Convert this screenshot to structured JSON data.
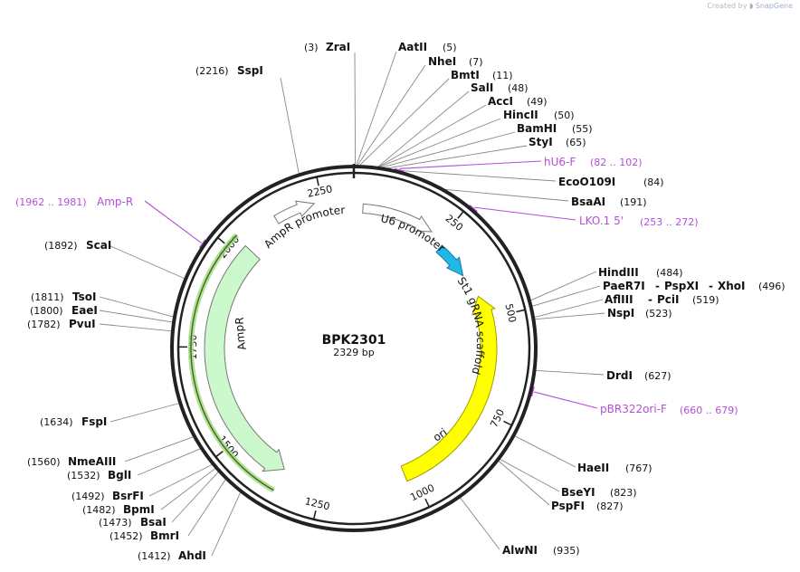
{
  "credit": {
    "created_by": "Created by",
    "brand": "SnapGene"
  },
  "plasmid": {
    "name": "BPK2301",
    "size_label": "2329 bp",
    "length": 2329
  },
  "ticks": [
    "250",
    "500",
    "750",
    "1000",
    "1250",
    "1500",
    "1750",
    "2000",
    "2250"
  ],
  "features": [
    {
      "name": "AmpR promoter",
      "start": 2128,
      "end": 2230,
      "direction": "cw",
      "color": "#ffffff",
      "stroke": "#777777",
      "label_start": 2138,
      "label_end": 2226
    },
    {
      "name": "U6 promoter",
      "start": 24,
      "end": 218,
      "direction": "cw",
      "color": "#ffffff",
      "stroke": "#777777",
      "label_start": 60,
      "label_end": 200
    },
    {
      "name": "St1 gRNA scaffold",
      "start": 262,
      "end": 364,
      "direction": "cw",
      "color": "#22b8e6",
      "stroke": "#117fa8",
      "label_start": 300,
      "label_end": 470
    },
    {
      "name": "ori",
      "start": 435,
      "end": 1023,
      "direction": "ccw",
      "color": "#ffff00",
      "stroke": "#9e9e00",
      "label_start": 680,
      "label_end": 720
    },
    {
      "name": "AmpR",
      "start": 1358,
      "end": 2028,
      "direction": "ccw",
      "color": "#ccf9cc",
      "stroke": "#777777",
      "label_start": 1740,
      "label_end": 1805
    }
  ],
  "enzymes": [
    {
      "name": "ZraI",
      "pos": "(3)"
    },
    {
      "name": "AatII",
      "pos": "(5)"
    },
    {
      "name": "NheI",
      "pos": "(7)"
    },
    {
      "name": "BmtI",
      "pos": "(11)"
    },
    {
      "name": "SalI",
      "pos": "(48)"
    },
    {
      "name": "AccI",
      "pos": "(49)"
    },
    {
      "name": "HincII",
      "pos": "(50)"
    },
    {
      "name": "BamHI",
      "pos": "(55)"
    },
    {
      "name": "StyI",
      "pos": "(65)"
    },
    {
      "name": "EcoO109I",
      "pos": "(84)"
    },
    {
      "name": "BsaAI",
      "pos": "(191)"
    },
    {
      "name": "HindIII",
      "pos": "(484)"
    },
    {
      "name": "PaeR7I",
      "pos": ""
    },
    {
      "name": "PspXI",
      "pos": ""
    },
    {
      "name": "XhoI",
      "pos": "(496)"
    },
    {
      "name": "AflIII",
      "pos": ""
    },
    {
      "name": "PciI",
      "pos": "(519)"
    },
    {
      "name": "NspI",
      "pos": "(523)"
    },
    {
      "name": "DrdI",
      "pos": "(627)"
    },
    {
      "name": "HaeII",
      "pos": "(767)"
    },
    {
      "name": "BseYI",
      "pos": "(823)"
    },
    {
      "name": "PspFI",
      "pos": "(827)"
    },
    {
      "name": "AlwNI",
      "pos": "(935)"
    },
    {
      "name": "SspI",
      "pos": "(2216)"
    },
    {
      "name": "ScaI",
      "pos": "(1892)"
    },
    {
      "name": "TsoI",
      "pos": "(1811)"
    },
    {
      "name": "EaeI",
      "pos": "(1800)"
    },
    {
      "name": "PvuI",
      "pos": "(1782)"
    },
    {
      "name": "FspI",
      "pos": "(1634)"
    },
    {
      "name": "NmeAIII",
      "pos": "(1560)"
    },
    {
      "name": "BglI",
      "pos": "(1532)"
    },
    {
      "name": "BsrFI",
      "pos": "(1492)"
    },
    {
      "name": "BpmI",
      "pos": "(1482)"
    },
    {
      "name": "BsaI",
      "pos": "(1473)"
    },
    {
      "name": "BmrI",
      "pos": "(1452)"
    },
    {
      "name": "AhdI",
      "pos": "(1412)"
    }
  ],
  "primers": [
    {
      "name": "hU6-F",
      "range": "(82 .. 102)"
    },
    {
      "name": "LKO.1 5'",
      "range": "(253 .. 272)"
    },
    {
      "name": "pBR322ori-F",
      "range": "(660 .. 679)"
    },
    {
      "name": "Amp-R",
      "range": "(1962 .. 1981)"
    }
  ],
  "colors": {
    "primer": "#b44fd6",
    "backbone": "#222222",
    "leader": "#888888"
  }
}
